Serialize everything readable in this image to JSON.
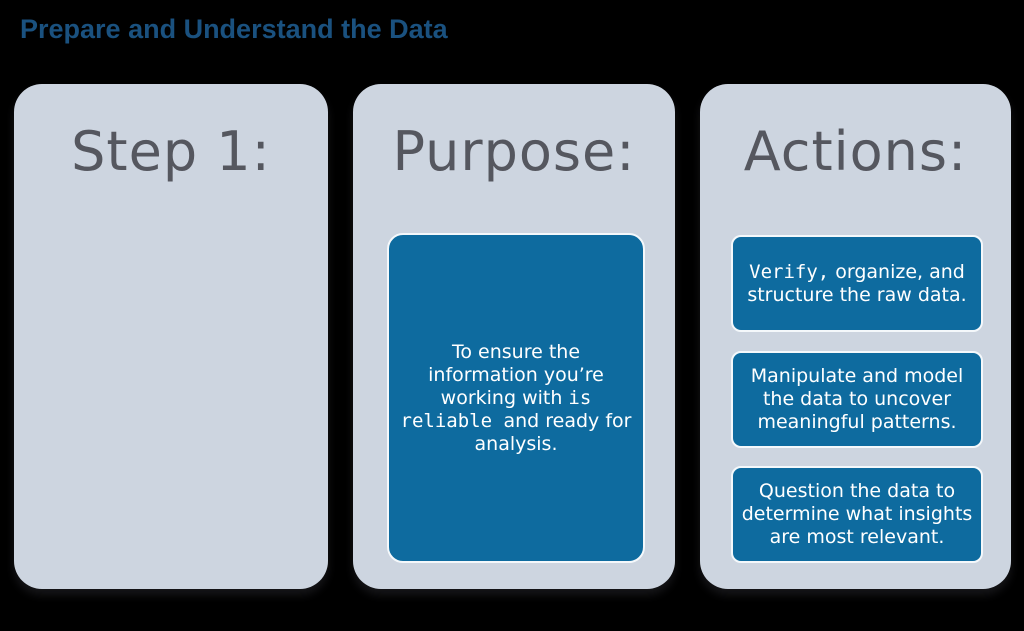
{
  "page": {
    "title": "Prepare and Understand the Data"
  },
  "colors": {
    "background": "#000000",
    "panel": "#cdd5e0",
    "box_blue": "#0e6b9f",
    "box_border": "#f4f8fb",
    "heading_text": "#55575f",
    "title_text": "#1a517f",
    "box_text": "#ffffff"
  },
  "columns": [
    {
      "heading": "Step 1:"
    },
    {
      "heading": "Purpose:",
      "box": {
        "segments": [
          {
            "t": "To ensure the information you’re working with ",
            "f": "sans"
          },
          {
            "t": "is reliable ",
            "f": "mono"
          },
          {
            "t": "and ready for analysis.",
            "f": "sans"
          }
        ]
      }
    },
    {
      "heading": "Actions:",
      "boxes": [
        {
          "segments": [
            {
              "t": "Verify,",
              "f": "mono"
            },
            {
              "t": " organize, and structure the raw data.",
              "f": "sans"
            }
          ]
        },
        {
          "segments": [
            {
              "t": "Manipulate and model the data to uncover meaningful patterns.",
              "f": "sans"
            }
          ]
        },
        {
          "segments": [
            {
              "t": "Question the data to determine what insights are most relevant.",
              "f": "sans"
            }
          ]
        }
      ]
    }
  ]
}
